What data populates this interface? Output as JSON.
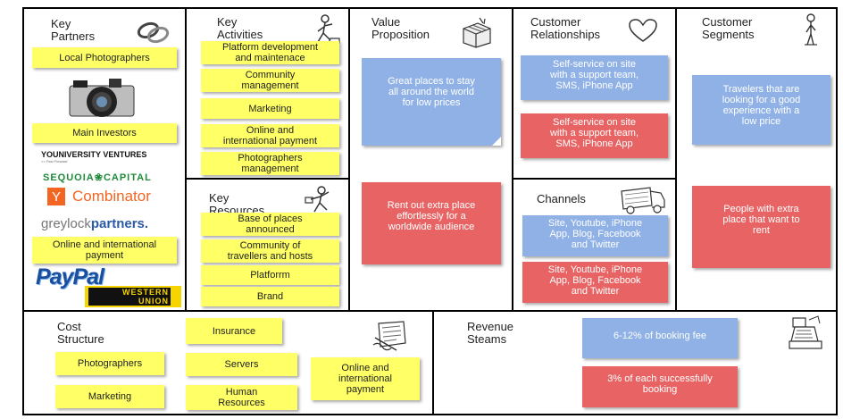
{
  "colors": {
    "sticky": "#ffff66",
    "blue": "#8fb1e6",
    "red": "#e86464"
  },
  "sections": {
    "key_partners": {
      "title": "Key\nPartners",
      "icon": "chain-link-icon"
    },
    "key_activities": {
      "title": "Key\nActivities",
      "icon": "worker-icon"
    },
    "key_resources": {
      "title": "Key\nResources",
      "icon": "worker-lifting-icon"
    },
    "value_proposition": {
      "title": "Value\nProposition",
      "icon": "gift-icon"
    },
    "customer_relationships": {
      "title": "Customer\nRelationships",
      "icon": "heart-icon"
    },
    "channels": {
      "title": "Channels",
      "icon": "truck-icon"
    },
    "customer_segments": {
      "title": "Customer\nSegments",
      "icon": "person-icon"
    },
    "cost_structure": {
      "title": "Cost\nStructure",
      "icon": "receipt-icon"
    },
    "revenue_streams": {
      "title": "Revenue\nSteams",
      "icon": "cash-register-icon"
    }
  },
  "partners": {
    "notes": [
      "Local Photographers",
      "Main Investors",
      "Online and international\npayment"
    ],
    "logos": {
      "youniversity": "YOUNIVERSITY VENTURES",
      "youniversity_tag": ">> Fast Forward",
      "sequoia_left": "SEQUOIA",
      "sequoia_right": "CAPITAL",
      "combinator_y": "Y",
      "combinator": "Combinator",
      "greylock_a": "greylock",
      "greylock_b": "partners.",
      "paypal": "PayPal",
      "western": "WESTERN",
      "union": "UNION"
    }
  },
  "activities": [
    "Platform development\nand maintenace",
    "Community\nmanagement",
    "Marketing",
    "Online and\ninternational payment",
    "Photographers\nmanagement"
  ],
  "resources": [
    "Base of places\nannounced",
    "Community of\ntravellers and hosts",
    "Platforrm",
    "Brand"
  ],
  "value": {
    "blue": "Great places to stay\nall around the world\nfor low prices",
    "red": "Rent out extra place\neffortlessly for a\nworldwide audience"
  },
  "relationships": {
    "blue": "Self-service on site\nwith a support team,\nSMS, iPhone App",
    "red": "Self-service on site\nwith a support team,\nSMS, iPhone App"
  },
  "channels": {
    "blue": "Site, Youtube, iPhone\nApp, Blog, Facebook\nand Twitter",
    "red": "Site, Youtube, iPhone\nApp, Blog, Facebook\nand Twitter"
  },
  "segments": {
    "blue": "Travelers that are\nlooking for a good\nexperience with a\nlow price",
    "red": "People with extra\nplace that want to\nrent"
  },
  "costs": [
    "Insurance",
    "Photographers",
    "Servers",
    "Online and\ninternational\npayment",
    "Human\nResources",
    "Marketing"
  ],
  "revenue": {
    "blue": "6-12% of booking fee",
    "red": "3% of each successfully\nbooking"
  }
}
